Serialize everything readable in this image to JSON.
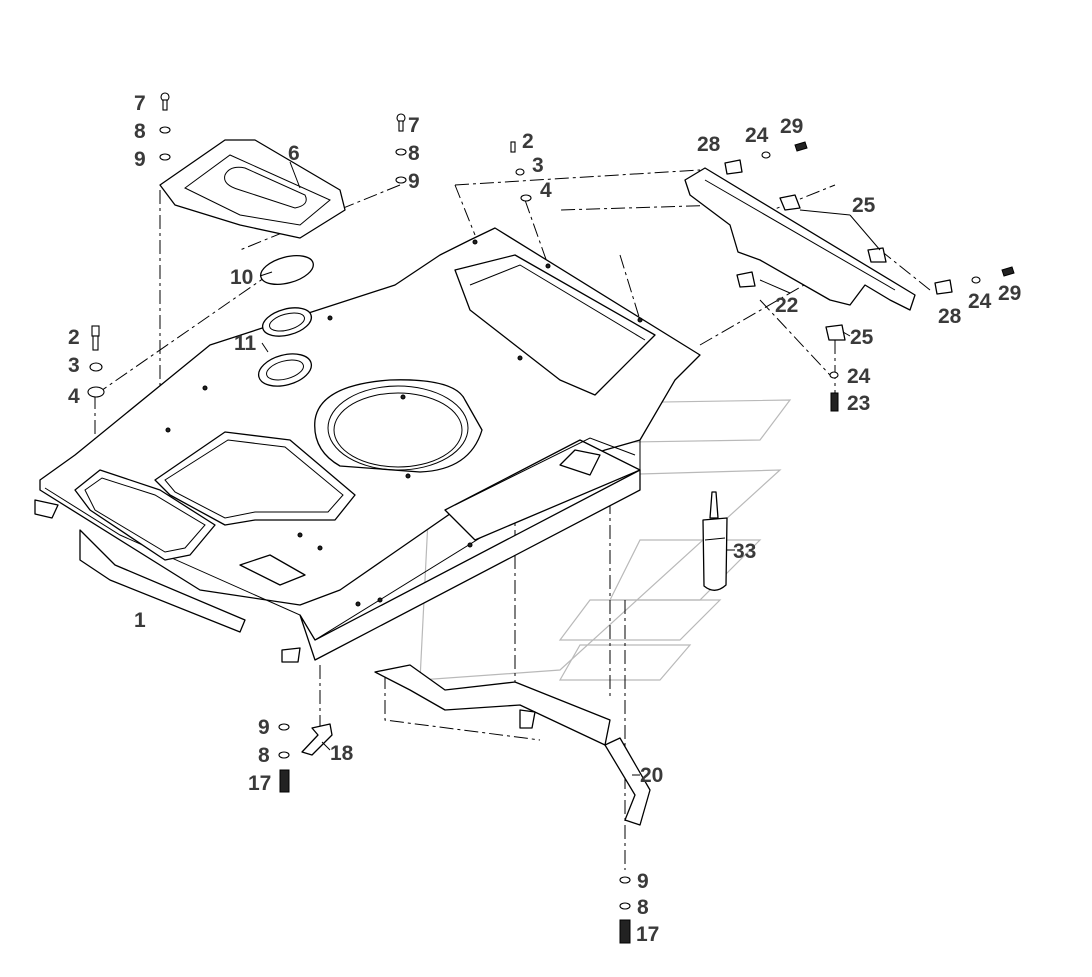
{
  "callouts": {
    "c7a": "7",
    "c8a": "8",
    "c9a": "9",
    "c6": "6",
    "c7b": "7",
    "c8b": "8",
    "c9b": "9",
    "c10": "10",
    "c11": "11",
    "c2a": "2",
    "c3a": "3",
    "c4a": "4",
    "c2b": "2",
    "c3b": "3",
    "c4b": "4",
    "c1": "1",
    "c28a": "28",
    "c24a": "24",
    "c29a": "29",
    "c25a": "25",
    "c22": "22",
    "c28b": "28",
    "c24b": "24",
    "c29b": "29",
    "c25b": "25",
    "c24c": "24",
    "c23": "23",
    "c33": "33",
    "c9c": "9",
    "c8c": "8",
    "c17a": "17",
    "c18": "18",
    "c20": "20",
    "c9d": "9",
    "c8d": "8",
    "c17b": "17"
  },
  "colors": {
    "line": "#000000",
    "label": "#3a3a3a",
    "watermark": "#b9b9b9",
    "background": "#ffffff"
  }
}
